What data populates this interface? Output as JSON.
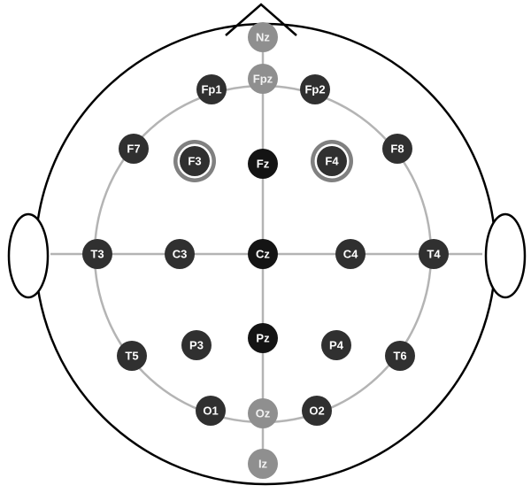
{
  "electrodes": {
    "nz": {
      "label": "Nz"
    },
    "fpz": {
      "label": "Fpz"
    },
    "fp1": {
      "label": "Fp1"
    },
    "fp2": {
      "label": "Fp2"
    },
    "f7": {
      "label": "F7"
    },
    "f3": {
      "label": "F3"
    },
    "fz": {
      "label": "Fz"
    },
    "f4": {
      "label": "F4"
    },
    "f8": {
      "label": "F8"
    },
    "t3": {
      "label": "T3"
    },
    "c3": {
      "label": "C3"
    },
    "cz": {
      "label": "Cz"
    },
    "c4": {
      "label": "C4"
    },
    "t4": {
      "label": "T4"
    },
    "t5": {
      "label": "T5"
    },
    "p3": {
      "label": "P3"
    },
    "pz": {
      "label": "Pz"
    },
    "p4": {
      "label": "P4"
    },
    "t6": {
      "label": "T6"
    },
    "o1": {
      "label": "O1"
    },
    "oz": {
      "label": "Oz"
    },
    "o2": {
      "label": "O2"
    },
    "iz": {
      "label": "Iz"
    }
  },
  "colors": {
    "midline_reference": "#8f8f8f",
    "electrode_dark": "#303030",
    "electrode_black": "#141414",
    "highlight_ring": "#808080",
    "guide_lines": "#b4b4b4",
    "head_outline": "#000000"
  }
}
